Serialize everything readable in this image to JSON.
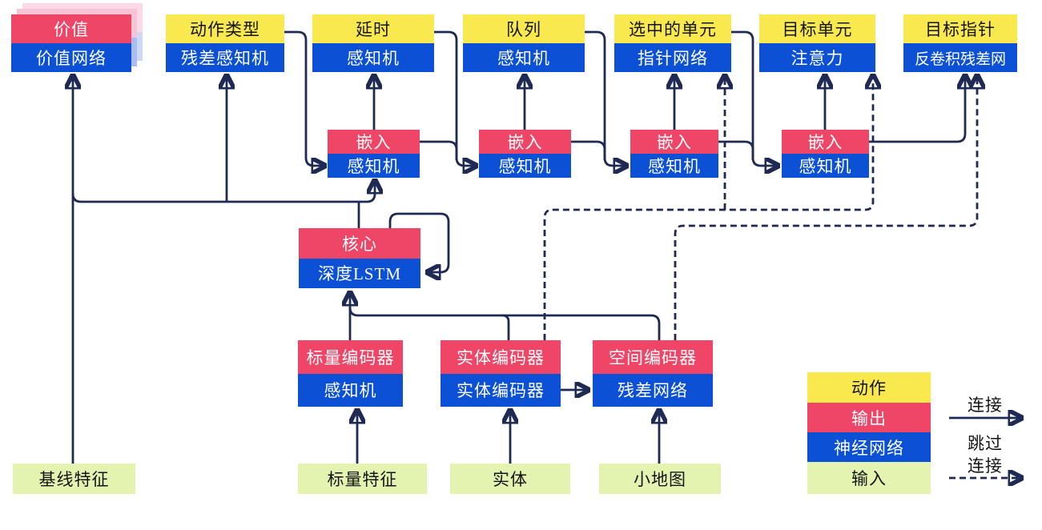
{
  "figure": "agent-architecture-diagram",
  "colors": {
    "yellow": "#f9e84e",
    "red": "#ef4566",
    "blue": "#0c51d5",
    "green": "#e4f4b0",
    "line": "#1f2a54",
    "shadow_pink_near": "#f8c3d6",
    "shadow_pink_far": "#fbd9e6",
    "shadow_blue_near": "#a9bdf2",
    "shadow_blue_far": "#ccd8f8"
  },
  "nodes": {
    "value": {
      "top": "价值",
      "bottom": "价值网络"
    },
    "action_type": {
      "top": "动作类型",
      "bottom": "残差感知机"
    },
    "delay": {
      "top": "延时",
      "bottom": "感知机"
    },
    "queue": {
      "top": "队列",
      "bottom": "感知机"
    },
    "selected_units": {
      "top": "选中的单元",
      "bottom": "指针网络"
    },
    "target_unit": {
      "top": "目标单元",
      "bottom": "注意力"
    },
    "target_point": {
      "top": "目标指针",
      "bottom": "反卷积残差网"
    },
    "embed1": {
      "top": "嵌入",
      "bottom": "感知机"
    },
    "embed2": {
      "top": "嵌入",
      "bottom": "感知机"
    },
    "embed3": {
      "top": "嵌入",
      "bottom": "感知机"
    },
    "embed4": {
      "top": "嵌入",
      "bottom": "感知机"
    },
    "core": {
      "top": "核心",
      "bottom": "深度LSTM"
    },
    "scalar_encoder": {
      "top": "标量编码器",
      "bottom": "感知机"
    },
    "entity_encoder": {
      "top": "实体编码器",
      "bottom": "实体编码器"
    },
    "spatial_encoder": {
      "top": "空间编码器",
      "bottom": "残差网络"
    }
  },
  "inputs": {
    "baseline_features": "基线特征",
    "scalar_features": "标量特征",
    "entities": "实体",
    "minimap": "小地图"
  },
  "legend": {
    "action": "动作",
    "output": "输出",
    "neural_network": "神经网络",
    "input": "输入",
    "connection": "连接",
    "skip_line1": "跳过",
    "skip_line2": "连接"
  }
}
